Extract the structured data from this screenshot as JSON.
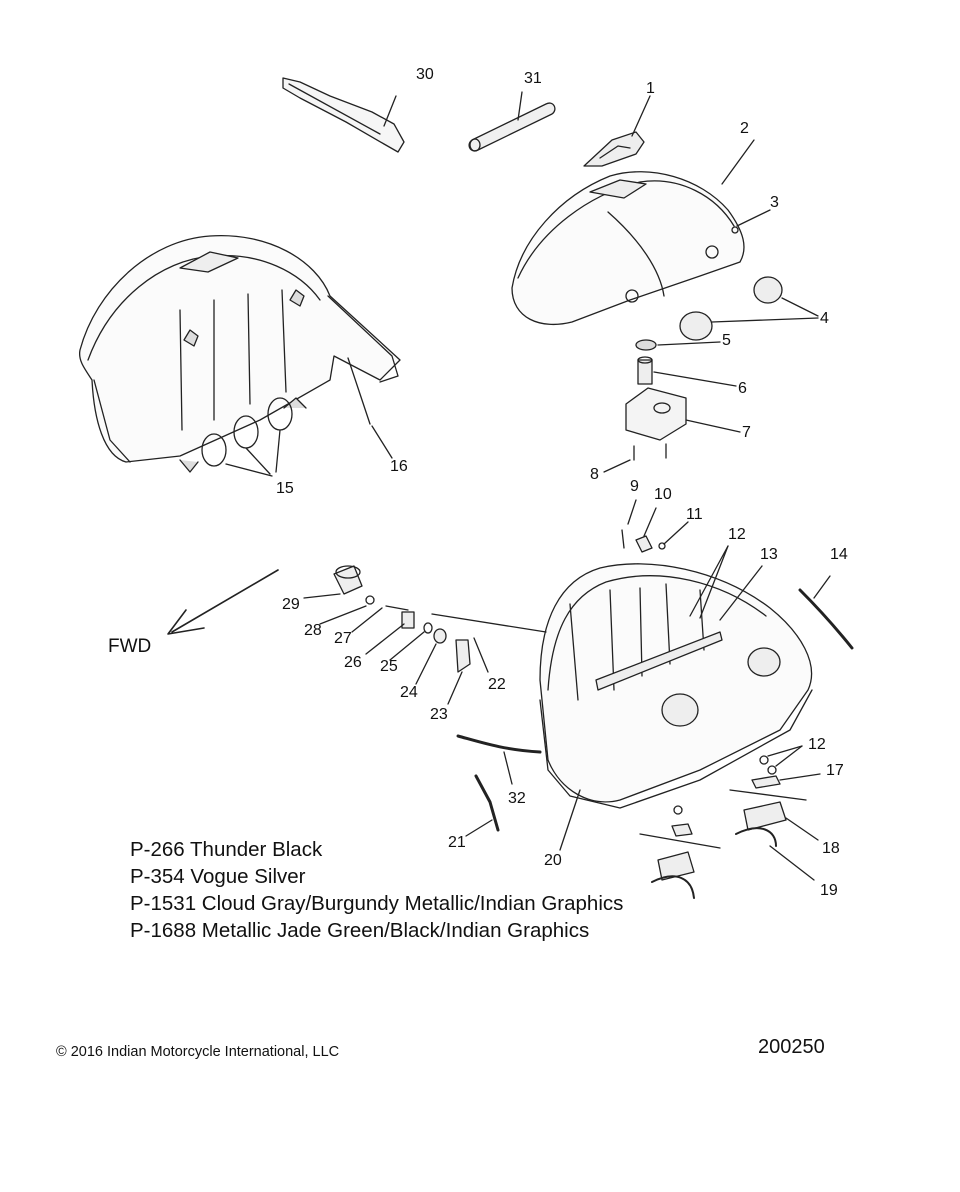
{
  "diagram": {
    "fwd_label": "FWD",
    "callouts": [
      "1",
      "2",
      "3",
      "4",
      "5",
      "6",
      "7",
      "8",
      "9",
      "10",
      "11",
      "12",
      "13",
      "14",
      "15",
      "16",
      "17",
      "12",
      "18",
      "19",
      "20",
      "21",
      "22",
      "23",
      "24",
      "25",
      "26",
      "27",
      "28",
      "29",
      "30",
      "31",
      "32"
    ],
    "legend": [
      "P-266  Thunder Black",
      "P-354  Vogue Silver",
      "P-1531 Cloud Gray/Burgundy Metallic/Indian Graphics",
      "P-1688 Metallic Jade Green/Black/Indian Graphics"
    ],
    "copyright": "© 2016 Indian Motorcycle International, LLC",
    "doc_number": "200250"
  }
}
